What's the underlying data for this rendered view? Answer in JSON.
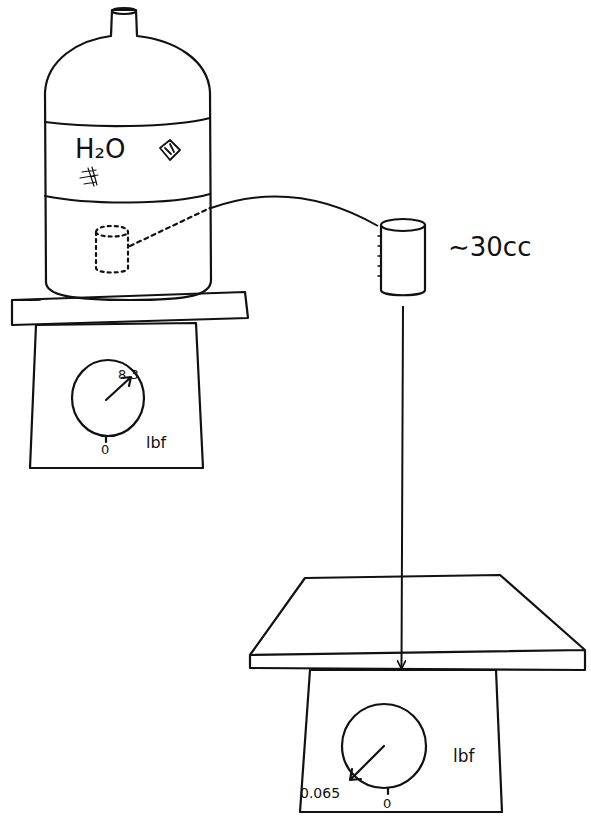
{
  "diagram": {
    "nodes": [
      {
        "text": [
          "H₂O"
        ]
      },
      {
        "text": [
          "8.3",
          "0",
          "lbf"
        ]
      },
      {
        "text": [
          "∼30cc"
        ]
      },
      {
        "text": [
          "0.065",
          "0",
          "lbf"
        ]
      }
    ],
    "edges": [
      {
        "from": 0,
        "to": 2,
        "arrow": "none"
      },
      {
        "from": 2,
        "to": 3,
        "arrow": "to"
      }
    ]
  }
}
